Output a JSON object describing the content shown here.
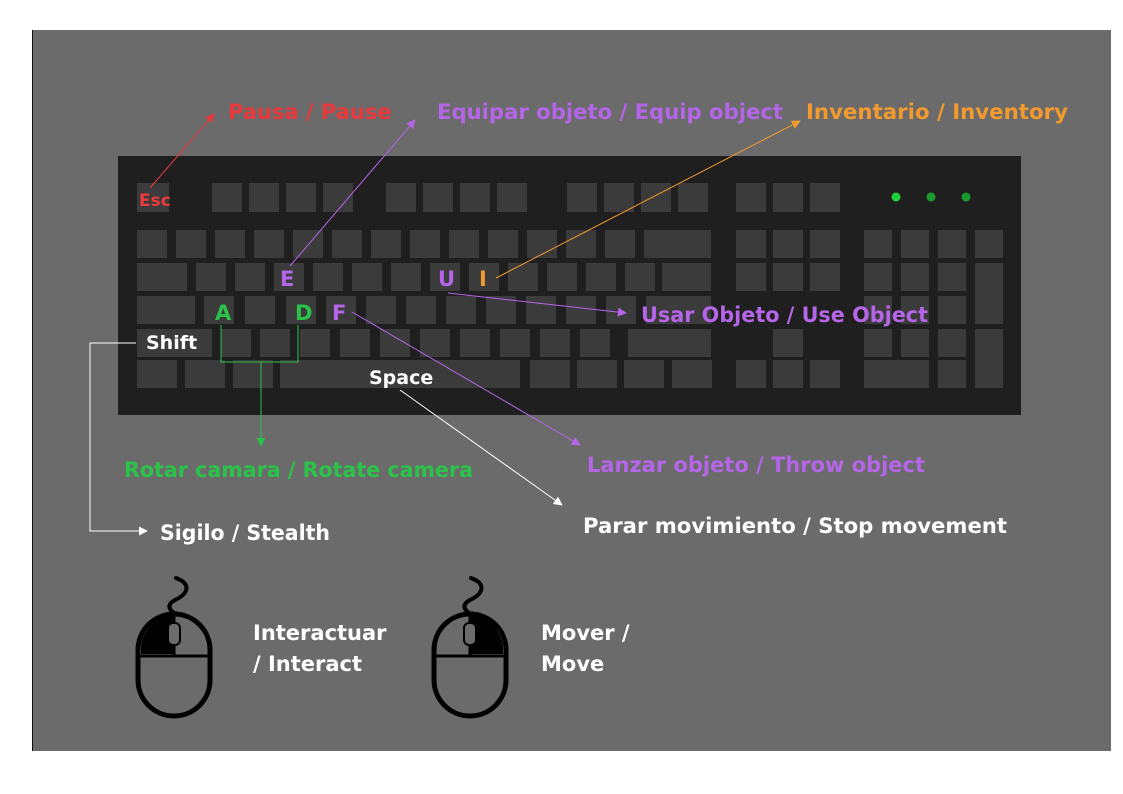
{
  "colors": {
    "panel_bg": "#6b6b6b",
    "keyboard_body": "#1f1f1f",
    "key": "#3b3b3b",
    "led": "#1fcf3a",
    "red": "#e8393d",
    "purple": "#b565e8",
    "orange": "#f29a2e",
    "green": "#2bc24a",
    "white": "#ffffff"
  },
  "keys": {
    "esc": "Esc",
    "e": "E",
    "u": "U",
    "i": "I",
    "a": "A",
    "d": "D",
    "f": "F",
    "shift": "Shift",
    "space": "Space"
  },
  "labels": {
    "pause": "Pausa / Pause",
    "equip": "Equipar objeto / Equip object",
    "inventory": "Inventario / Inventory",
    "use_object": "Usar Objeto / Use Object",
    "rotate_camera": "Rotar camara / Rotate camera",
    "throw_object": "Lanzar objeto / Throw object",
    "stealth": "Sigilo / Stealth",
    "stop_movement": "Parar movimiento / Stop movement"
  },
  "mouse": {
    "left_line1": "Interactuar",
    "left_line2": "/ Interact",
    "right_line1": "Mover /",
    "right_line2": "Move"
  }
}
